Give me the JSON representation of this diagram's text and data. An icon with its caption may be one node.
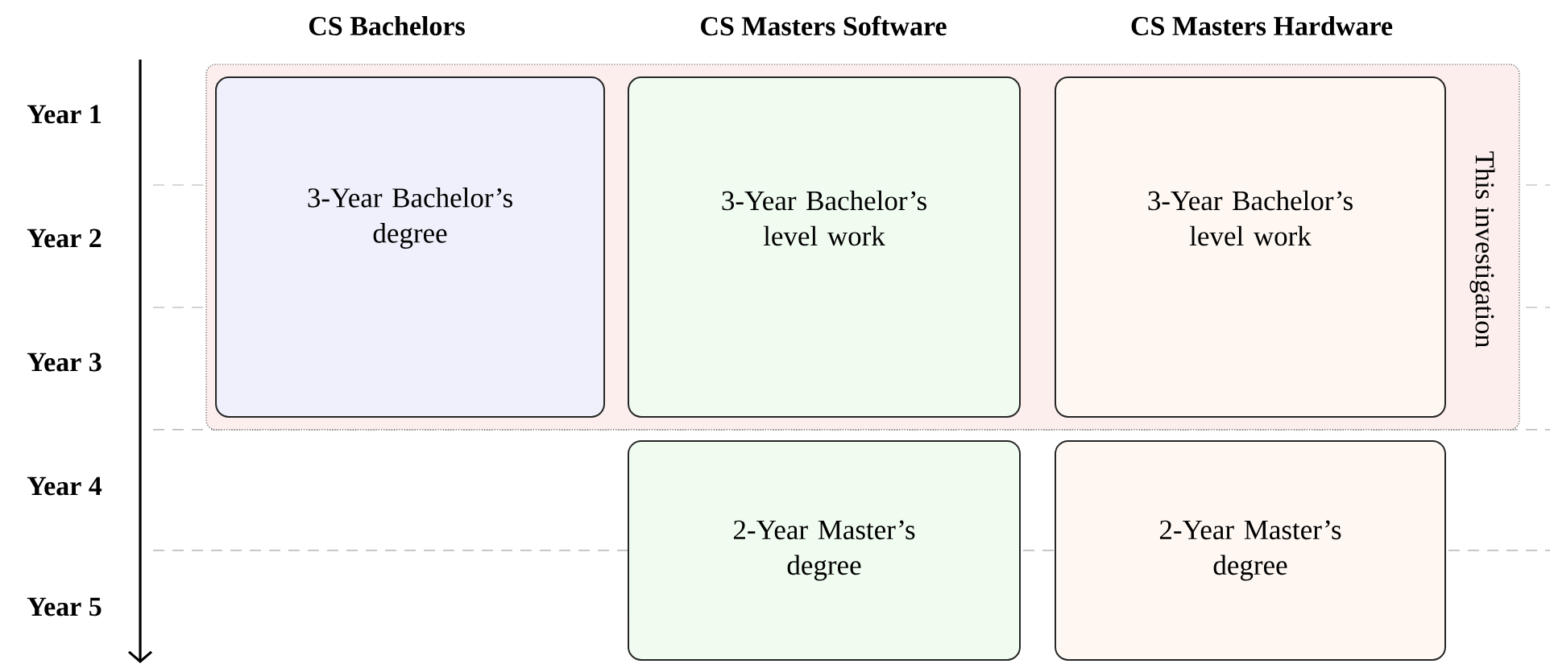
{
  "diagram": {
    "nodes": [
      {
        "text": [
          "This investigation"
        ]
      },
      {
        "text": [
          "3-Year Bachelor’s degree"
        ],
        "in": 0
      },
      {
        "text": [
          "3-Year Bachelor’s level work"
        ],
        "in": 0
      },
      {
        "text": [
          "3-Year Bachelor’s level work"
        ],
        "in": 0
      },
      {
        "text": [
          "2-Year Master’s degree"
        ]
      },
      {
        "text": [
          "2-Year Master’s degree"
        ]
      }
    ],
    "labels": [
      "CS Bachelors",
      "CS Masters Software",
      "CS Masters Hardware",
      "Year 1",
      "Year 2",
      "Year 3",
      "Year 4",
      "Year 5"
    ]
  }
}
